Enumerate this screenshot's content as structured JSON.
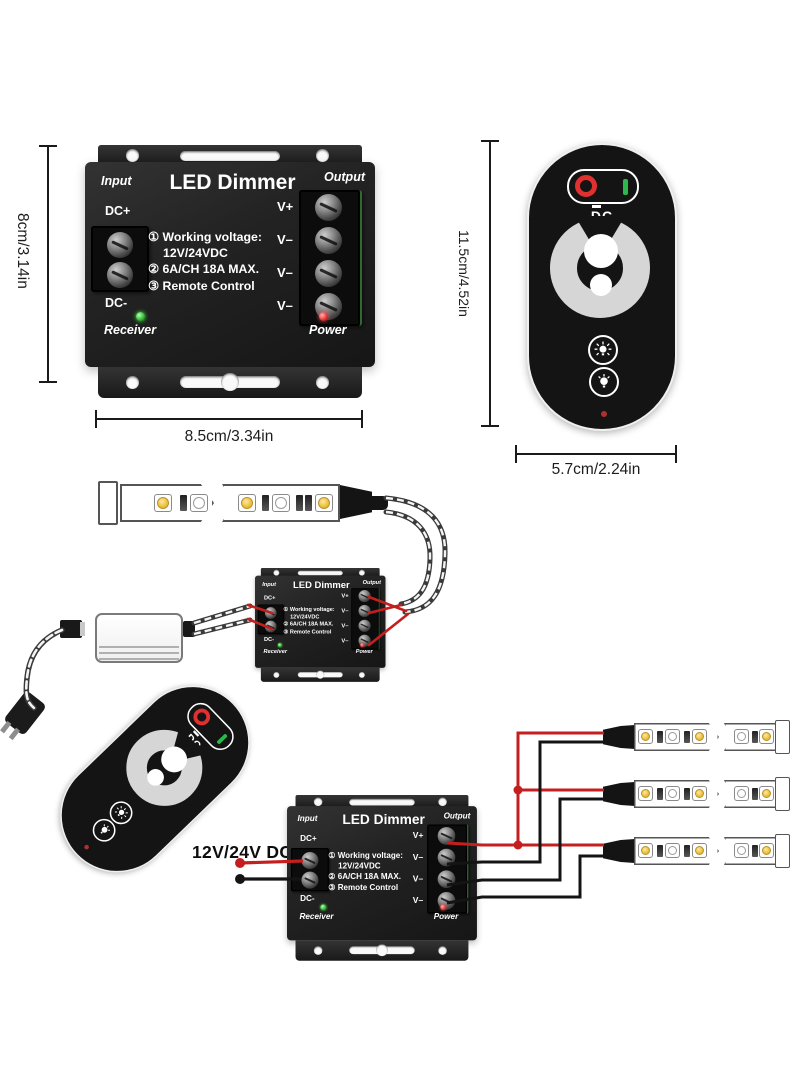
{
  "device": {
    "input_label": "Input",
    "title": "LED Dimmer",
    "output_label": "Output",
    "dc_plus_label": "DC+",
    "dc_minus_label": "DC-",
    "specs": {
      "line1": "① Working voltage:",
      "line2": "12V/24VDC",
      "line3": "② 6A/CH  18A MAX.",
      "line4": "③ Remote Control"
    },
    "output_terminals": [
      "V+",
      "V–",
      "V–",
      "V–"
    ],
    "receiver_label": "Receiver",
    "power_label": "Power"
  },
  "remote": {
    "brand_label": "DC"
  },
  "dimensions": {
    "controller_height": "8cm/3.14in",
    "controller_width": "8.5cm/3.34in",
    "remote_height": "11.5cm/4.52in",
    "remote_width": "5.7cm/2.24in"
  },
  "wiring": {
    "power_supply_label": "12V/24V DC"
  },
  "colors": {
    "wire_red": "#c41f1f",
    "wire_black": "#141414",
    "wifi_teal": "#27c3a2",
    "power_button_red": "#e03030",
    "power_button_green": "#2db84d",
    "receiver_led_green": "#2db52d",
    "power_led_red": "#e03131",
    "led_chip_gold": "#eec23f"
  }
}
